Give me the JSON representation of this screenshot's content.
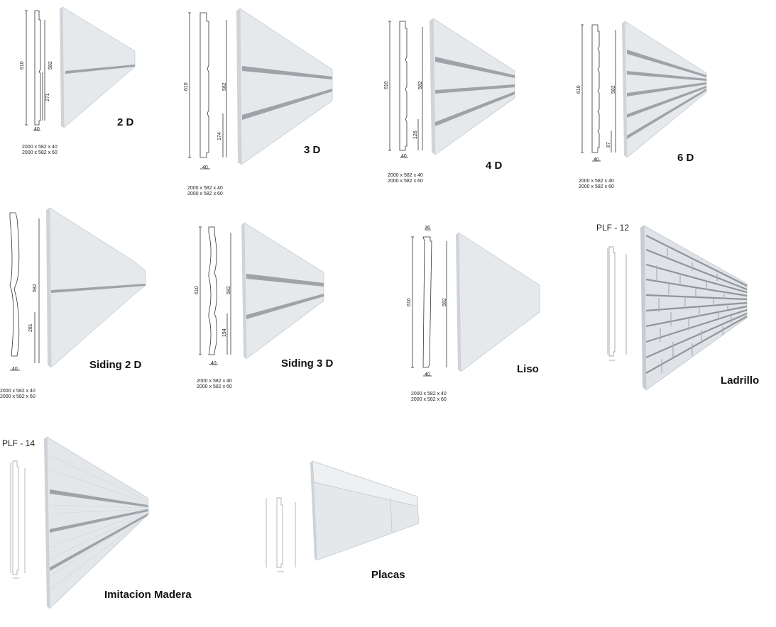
{
  "panels": [
    {
      "id": "2d",
      "name": "2 D",
      "dims": {
        "height": "610",
        "face": "582",
        "groove": "271",
        "thickness": "40"
      },
      "sizes": [
        "2000 x 582 x 40",
        "2000 x 582 x 60"
      ]
    },
    {
      "id": "3d",
      "name": "3 D",
      "dims": {
        "height": "610",
        "face": "582",
        "groove": "174",
        "thickness": "40"
      },
      "sizes": [
        "2000 x 582 x 40",
        "2000 x 582 x 60"
      ]
    },
    {
      "id": "4d",
      "name": "4 D",
      "dims": {
        "height": "610",
        "face": "582",
        "groove": "126",
        "thickness": "40"
      },
      "sizes": [
        "2000 x 582 x 40",
        "2000 x 582 x 60"
      ]
    },
    {
      "id": "6d",
      "name": "6 D",
      "dims": {
        "height": "610",
        "face": "582",
        "groove": "87",
        "thickness": "40"
      },
      "sizes": [
        "2000 x 582 x 40",
        "2000 x 582 x 60"
      ]
    },
    {
      "id": "siding2d",
      "name": "Siding 2 D",
      "dims": {
        "face": "582",
        "groove": "281",
        "thickness": "40"
      },
      "sizes": [
        "2000 x 582 x 40",
        "2000 x 582 x 60"
      ]
    },
    {
      "id": "siding3d",
      "name": "Siding 3 D",
      "dims": {
        "height": "610",
        "face": "582",
        "groove": "194",
        "thickness": "40"
      },
      "sizes": [
        "2000 x 582 x 40",
        "2000 x 582 x 60"
      ]
    },
    {
      "id": "liso",
      "name": "Liso",
      "dims": {
        "top": "36",
        "height": "610",
        "face": "582",
        "thickness": "40"
      },
      "sizes": [
        "2000 x 582 x 40",
        "2000 x 582 x 60"
      ]
    },
    {
      "id": "ladrillo",
      "name": "Ladrillo",
      "code": "PLF - 12"
    },
    {
      "id": "madera",
      "name": "Imitacion Madera",
      "code": "PLF - 14"
    },
    {
      "id": "placas",
      "name": "Placas"
    }
  ]
}
